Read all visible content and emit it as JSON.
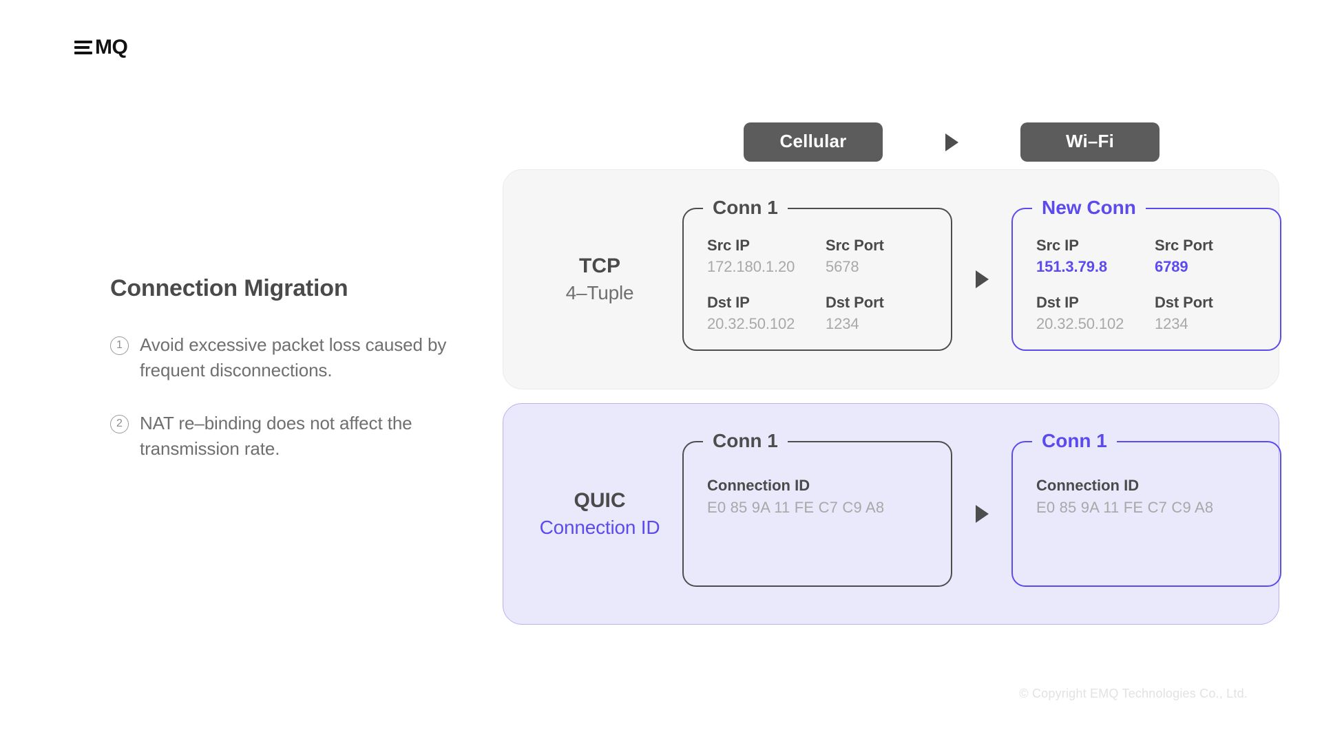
{
  "brand": {
    "logo_text": "MQ"
  },
  "left": {
    "headline": "Connection Migration",
    "bullets": [
      {
        "num": "1",
        "text": "Avoid excessive packet loss caused by frequent disconnections."
      },
      {
        "num": "2",
        "text": "NAT re–binding does not affect the transmission rate."
      }
    ]
  },
  "network": {
    "from": "Cellular",
    "to": "Wi–Fi"
  },
  "colors": {
    "accent": "#5b4bef",
    "pill_bg": "#5c5c5c",
    "tcp_panel_bg": "#f6f6f6",
    "quic_panel_bg": "#eae8fb",
    "box_border": "#4d4d4d",
    "muted_text": "#a8a8a8"
  },
  "tcp": {
    "protocol": "TCP",
    "subtitle": "4–Tuple",
    "before": {
      "legend": "Conn 1",
      "fields": [
        {
          "key": "Src IP",
          "value": "172.180.1.20",
          "changed": false
        },
        {
          "key": "Src Port",
          "value": "5678",
          "changed": false
        },
        {
          "key": "Dst IP",
          "value": "20.32.50.102",
          "changed": false
        },
        {
          "key": "Dst Port",
          "value": "1234",
          "changed": false
        }
      ]
    },
    "after": {
      "legend": "New Conn",
      "fields": [
        {
          "key": "Src IP",
          "value": "151.3.79.8",
          "changed": true
        },
        {
          "key": "Src Port",
          "value": "6789",
          "changed": true
        },
        {
          "key": "Dst IP",
          "value": "20.32.50.102",
          "changed": false
        },
        {
          "key": "Dst Port",
          "value": "1234",
          "changed": false
        }
      ]
    }
  },
  "quic": {
    "protocol": "QUIC",
    "subtitle": "Connection ID",
    "before": {
      "legend": "Conn 1",
      "key": "Connection ID",
      "value": "E0 85 9A 11 FE C7 C9 A8"
    },
    "after": {
      "legend": "Conn 1",
      "key": "Connection ID",
      "value": "E0 85 9A 11 FE C7 C9 A8"
    }
  },
  "footer": {
    "copyright": "© Copyright EMQ Technologies Co., Ltd."
  }
}
